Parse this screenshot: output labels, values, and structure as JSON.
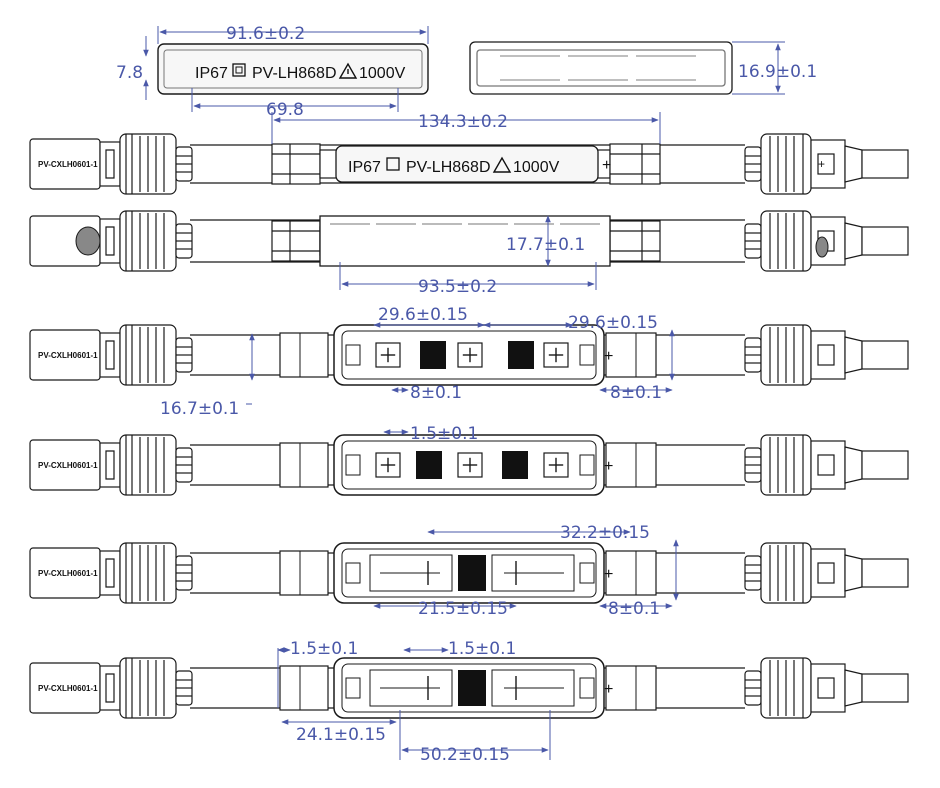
{
  "colors": {
    "ink": "#1a1a1a",
    "dimension": "#4a58a8",
    "paper": "#ffffff"
  },
  "body_marking": {
    "ip": "IP67",
    "model": "PV-LH868D",
    "voltage": "1000V"
  },
  "connector_label": "PV-CXLH0601-1",
  "polarity": {
    "plus": "+"
  },
  "dimensions": {
    "cover_length": "91.6±0.2",
    "cover_height": "7.8",
    "cover_inner": "69.8",
    "cover_depth": "16.9±0.1",
    "body_length": "134.3±0.2",
    "body_height": "17.7±0.1",
    "body_inner": "93.5±0.2",
    "pitch_left": "29.6±0.15",
    "pitch_right": "29.6±0.15",
    "pin_width_left": "8±0.1",
    "pin_width_right": "8±0.1",
    "body_width": "16.7±0.1",
    "gap_row4": "1.5±0.1",
    "span_row5": "32.2±0.15",
    "inner_row5": "21.5±0.15",
    "pin_row5": "8±0.1",
    "gap_row6_left": "1.5±0.1",
    "gap_row6_mid": "1.5±0.1",
    "span_row6_a": "24.1±0.15",
    "span_row6_b": "50.2±0.15"
  }
}
